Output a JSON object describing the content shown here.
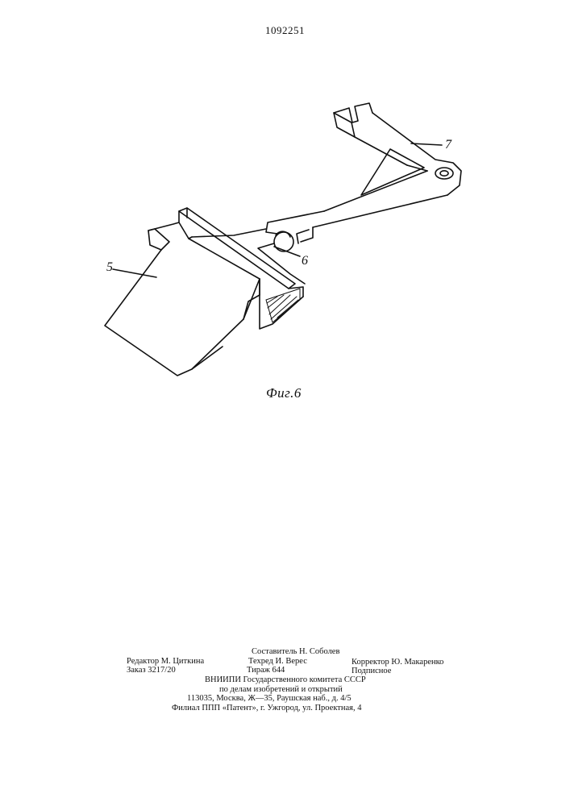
{
  "page_number": "1092251",
  "figure": {
    "caption": "Фиг.6",
    "labels": {
      "part_5": "5",
      "part_6": "6",
      "part_7": "7"
    }
  },
  "colophon": {
    "compiler": "Составитель Н. Соболев",
    "editor": "Редактор М. Циткина",
    "techred": "Техред И. Верес",
    "corrector": "Корректор Ю. Макаренко",
    "order": "Заказ 3217/20",
    "circulation": "Тираж 644",
    "subscription": "Подписное",
    "org_line1": "ВНИИПИ  Государственного  комитета  СССР",
    "org_line2": "по  делам  изобретений  и  открытий",
    "address": "113035,  Москва,  Ж—35,  Раушская  наб.,  д.  4/5",
    "branch": "Филиал  ППП  «Патент»,  г.  Ужгород,  ул.  Проектная,  4"
  }
}
